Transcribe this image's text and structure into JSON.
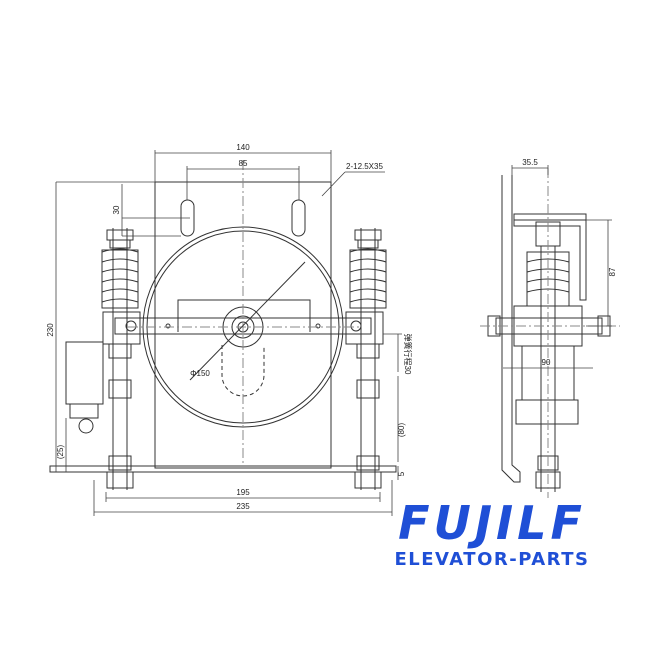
{
  "dimensions": {
    "top_width": "140",
    "slot_spacing": "85",
    "slot_note": "2-12.5X35",
    "slot_offset": "30",
    "total_height": "230",
    "wheel_diameter": "Φ150",
    "spring_stroke": "弹簧行程30",
    "lower_height": "(80)",
    "base_thickness": "5",
    "switch_offset": "(25)",
    "hole_spacing": "195",
    "base_width": "235",
    "side_top": "35.5",
    "side_height": "87",
    "side_width": "90"
  },
  "brand": {
    "logo": "FUJILF",
    "tagline": "ELEVATOR-PARTS",
    "color": "#1f4fd6"
  }
}
